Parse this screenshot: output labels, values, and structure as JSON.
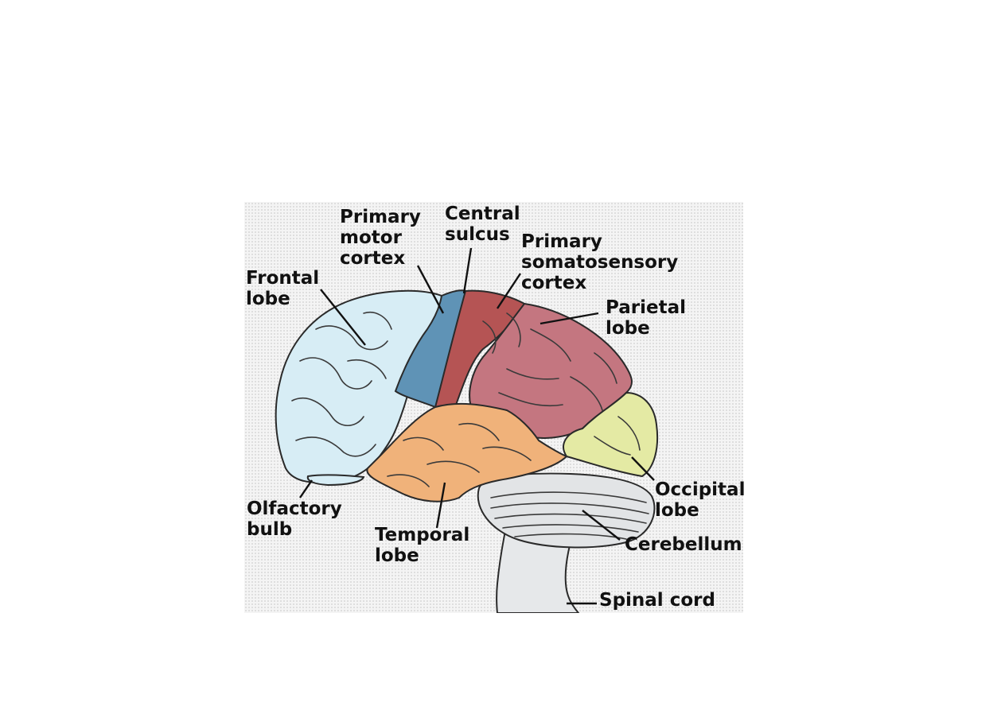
{
  "labels": {
    "primary_motor_cortex": [
      "Primary",
      "motor",
      "cortex"
    ],
    "central_sulcus": [
      "Central",
      "sulcus"
    ],
    "primary_somatosensory_cortex": [
      "Primary",
      "somatosensory",
      "cortex"
    ],
    "frontal_lobe": [
      "Frontal",
      "lobe"
    ],
    "parietal_lobe": [
      "Parietal",
      "lobe"
    ],
    "occipital_lobe": [
      "Occipital",
      "lobe"
    ],
    "olfactory_bulb": [
      "Olfactory",
      "bulb"
    ],
    "temporal_lobe": [
      "Temporal",
      "lobe"
    ],
    "cerebellum": [
      "Cerebellum"
    ],
    "spinal_cord": [
      "Spinal cord"
    ]
  },
  "colors": {
    "frontal_lobe": "#d7edf5",
    "primary_motor_cortex": "#5f93b6",
    "primary_somatosensory_cortex": "#b55454",
    "parietal_lobe": "#c47680",
    "occipital_lobe": "#e4eaa4",
    "temporal_lobe": "#f0b27a",
    "cerebellum": "#e2e4e6",
    "brainstem": "#e6e8ea"
  }
}
